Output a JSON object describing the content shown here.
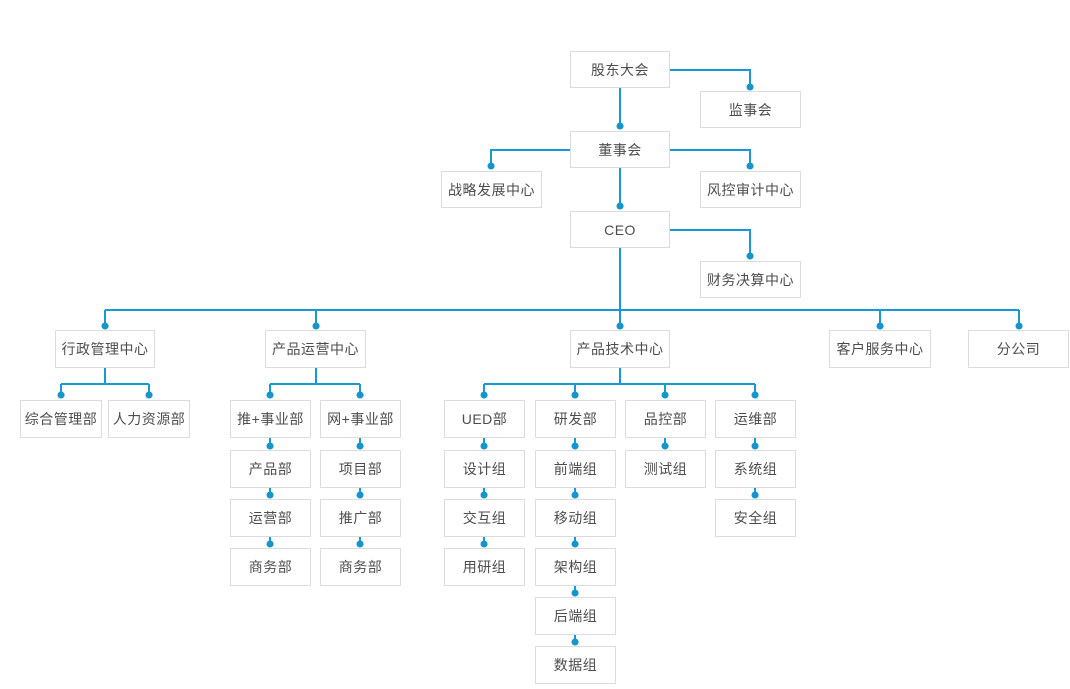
{
  "diagram": {
    "type": "org-chart",
    "colors": {
      "connector": "#1699d5",
      "dot": "#1496cc",
      "node_border": "#dcdcdc",
      "node_background": "#ffffff",
      "node_text": "#4d4d4d"
    },
    "nodes": {
      "shareholders_meeting": "股东大会",
      "supervisory_board": "监事会",
      "board_of_directors": "董事会",
      "strategy_center": "战略发展中心",
      "risk_audit_center": "风控审计中心",
      "ceo": "CEO",
      "finance_center": "财务决算中心",
      "admin_center": "行政管理中心",
      "product_ops_center": "产品运营中心",
      "product_tech_center": "产品技术中心",
      "customer_service_center": "客户服务中心",
      "branch_company": "分公司",
      "general_mgmt_dept": "综合管理部",
      "hr_dept": "人力资源部",
      "tui_division": "推+事业部",
      "wang_division": "网+事业部",
      "product_dept": "产品部",
      "project_dept": "项目部",
      "operations_dept": "运营部",
      "promotion_dept": "推广部",
      "business_dept_left": "商务部",
      "business_dept_right": "商务部",
      "ued_dept": "UED部",
      "rnd_dept": "研发部",
      "qc_dept": "品控部",
      "om_dept": "运维部",
      "design_group": "设计组",
      "interaction_group": "交互组",
      "user_research_group": "用研组",
      "frontend_group": "前端组",
      "mobile_group": "移动组",
      "architecture_group": "架构组",
      "backend_group": "后端组",
      "data_group": "数据组",
      "testing_group": "测试组",
      "system_group": "系统组",
      "security_group": "安全组"
    },
    "hierarchy": {
      "shareholders_meeting": [
        "supervisory_board",
        "board_of_directors"
      ],
      "board_of_directors": [
        "strategy_center",
        "risk_audit_center",
        "ceo"
      ],
      "ceo": [
        "finance_center",
        "admin_center",
        "product_ops_center",
        "product_tech_center",
        "customer_service_center",
        "branch_company"
      ],
      "admin_center": [
        "general_mgmt_dept",
        "hr_dept"
      ],
      "product_ops_center": [
        "tui_division",
        "wang_division"
      ],
      "tui_division": [
        "product_dept",
        "operations_dept",
        "business_dept_left"
      ],
      "wang_division": [
        "project_dept",
        "promotion_dept",
        "business_dept_right"
      ],
      "product_tech_center": [
        "ued_dept",
        "rnd_dept",
        "qc_dept",
        "om_dept"
      ],
      "ued_dept": [
        "design_group",
        "interaction_group",
        "user_research_group"
      ],
      "rnd_dept": [
        "frontend_group",
        "mobile_group",
        "architecture_group",
        "backend_group",
        "data_group"
      ],
      "qc_dept": [
        "testing_group"
      ],
      "om_dept": [
        "system_group",
        "security_group"
      ]
    }
  }
}
